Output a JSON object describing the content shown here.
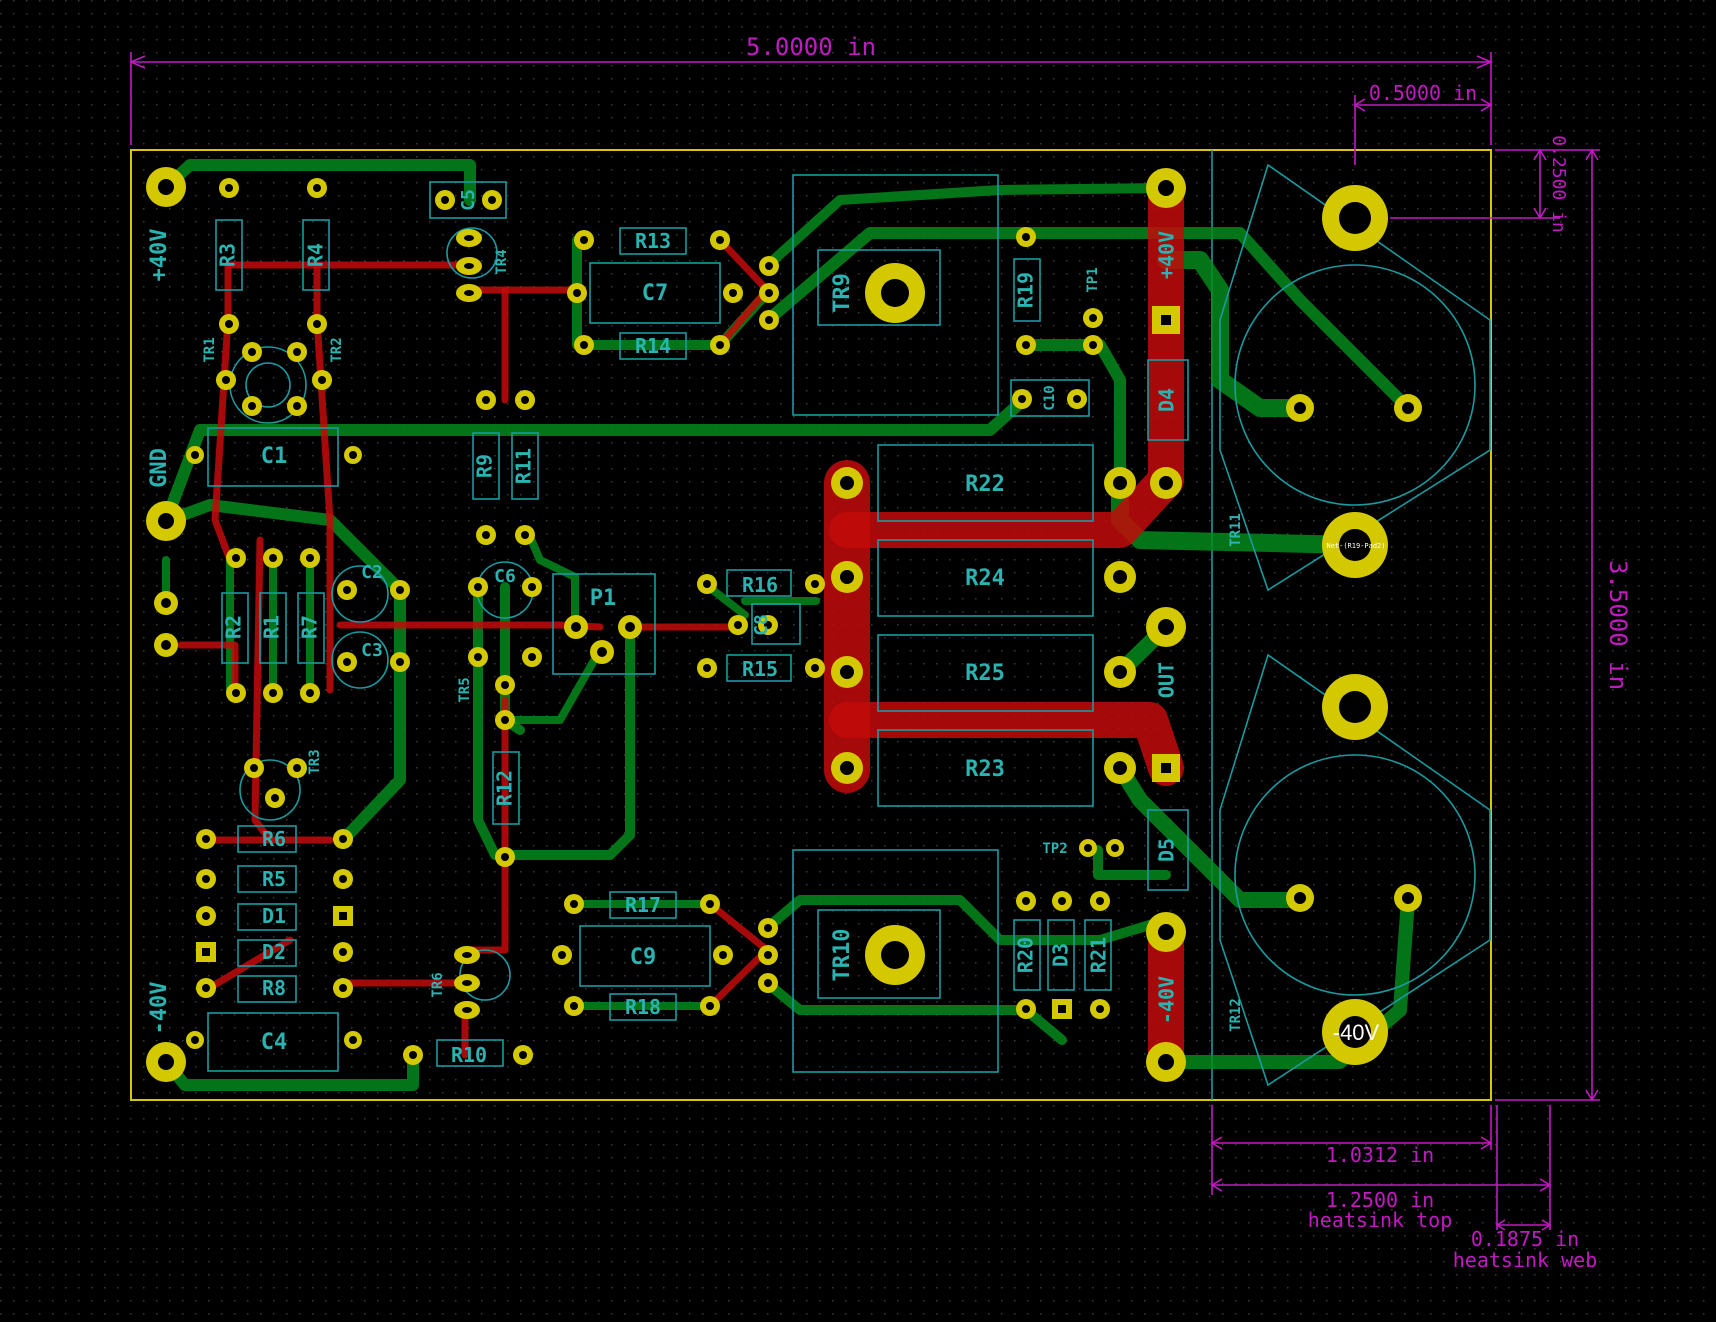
{
  "canvas": {
    "background": "#000000",
    "grid_dot_color": "#3a3a3a"
  },
  "colors": {
    "board_edge": "#d4c800",
    "bottom_copper": "#048a1c",
    "top_copper": "#c30a0a",
    "pad": "#d4c800",
    "silkscreen": "#2ab3b0",
    "dimension": "#c21ac2"
  },
  "board_labels": {
    "plus40": "+40V",
    "gnd": "GND",
    "minus40": "-40V",
    "out": "OUT",
    "plus40_strip": "+40V",
    "minus40_strip": "-40V",
    "minus40_pad": "-40V",
    "net_label": "Net-(R19-Pad2)"
  },
  "dimensions": {
    "width": "5.0000 in",
    "height": "3.5000 in",
    "mount_x": "0.5000 in",
    "mount_y": "0.2500 in",
    "heatsink_top_dist": "1.0312 in",
    "heatsink_top": "1.2500 in",
    "heatsink_top_label": "heatsink top",
    "heatsink_web": "0.1875 in",
    "heatsink_web_label": "heatsink web"
  },
  "refs": {
    "R1": "R1",
    "R2": "R2",
    "R3": "R3",
    "R4": "R4",
    "R5": "R5",
    "R6": "R6",
    "R7": "R7",
    "R8": "R8",
    "R9": "R9",
    "R10": "R10",
    "R11": "R11",
    "R12": "R12",
    "R13": "R13",
    "R14": "R14",
    "R15": "R15",
    "R16": "R16",
    "R17": "R17",
    "R18": "R18",
    "R19": "R19",
    "R20": "R20",
    "R21": "R21",
    "R22": "R22",
    "R23": "R23",
    "R24": "R24",
    "R25": "R25",
    "C1": "C1",
    "C2": "C2",
    "C3": "C3",
    "C4": "C4",
    "C5": "C5",
    "C6": "C6",
    "C7": "C7",
    "C8": "C8",
    "C9": "C9",
    "C10": "C10",
    "D1": "D1",
    "D2": "D2",
    "D3": "D3",
    "D4": "D4",
    "D5": "D5",
    "TR1": "TR1",
    "TR2": "TR2",
    "TR3": "TR3",
    "TR4": "TR4",
    "TR5": "TR5",
    "TR6": "TR6",
    "TR9": "TR9",
    "TR10": "TR10",
    "TR11": "TR11",
    "TR12": "TR12",
    "P1": "P1",
    "TP1": "TP1",
    "TP2": "TP2"
  }
}
